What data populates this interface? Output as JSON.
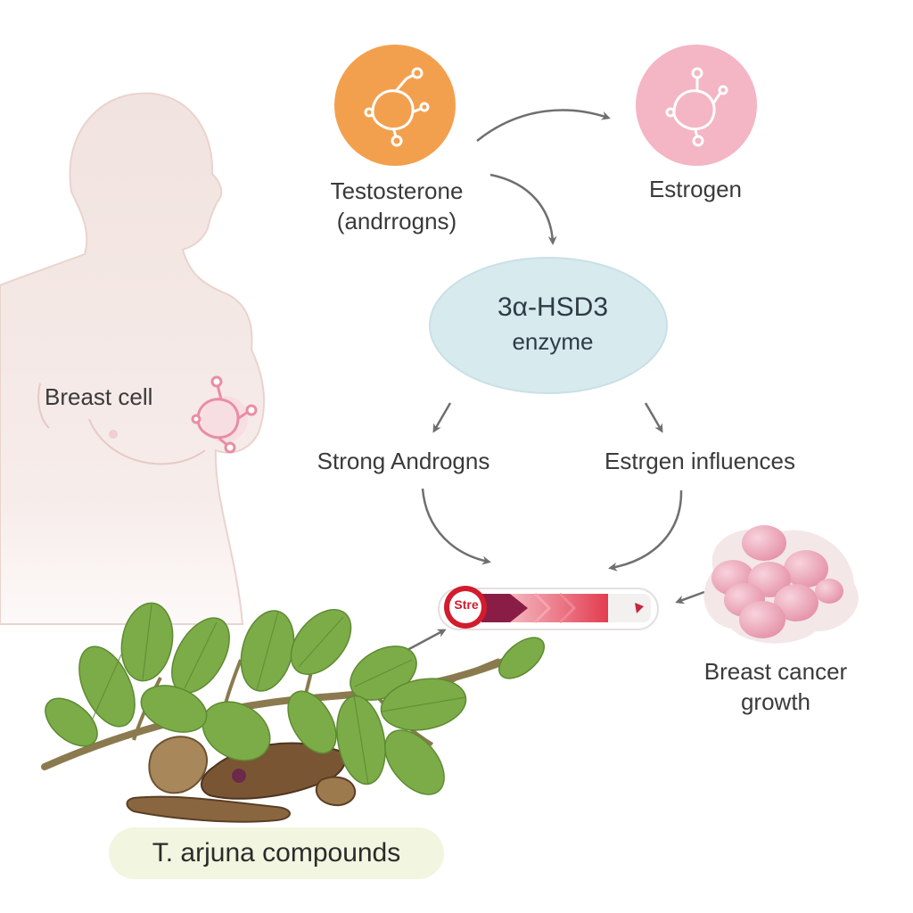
{
  "labels": {
    "testosterone_line1": "Testosterone",
    "testosterone_line2": "(andrrogns)",
    "estrogen": "Estrogen",
    "enzyme_line1": "3α-HSD3",
    "enzyme_line2": "enzyme",
    "breast_cell": "Breast cell",
    "strong_androgens": "Strong Androgns",
    "estrogen_influences": "Estrgen influences",
    "cancer_line1": "Breast cancer",
    "cancer_line2": "growth",
    "stop_sign": "Stre",
    "compounds": "T. arjuna compounds"
  },
  "icons": {
    "testosterone": "molecule-icon",
    "estrogen": "molecule-icon",
    "breast_cell": "molecule-icon",
    "stop": "stop-sign-icon",
    "cancer": "cell-cluster-icon",
    "plant": "leaf-branch-icon"
  },
  "colors": {
    "testosterone_circle": "#f3a04e",
    "estrogen_circle": "#f4b5c4",
    "enzyme_ellipse": "#d7eaee",
    "arrow": "#6f6f6f",
    "stop_red": "#d21c2e",
    "silhouette": "#f3e6e2",
    "leaf_green": "#7cac47",
    "cancer_pink": "#eba3b4",
    "label_pill": "#f2f5df"
  }
}
